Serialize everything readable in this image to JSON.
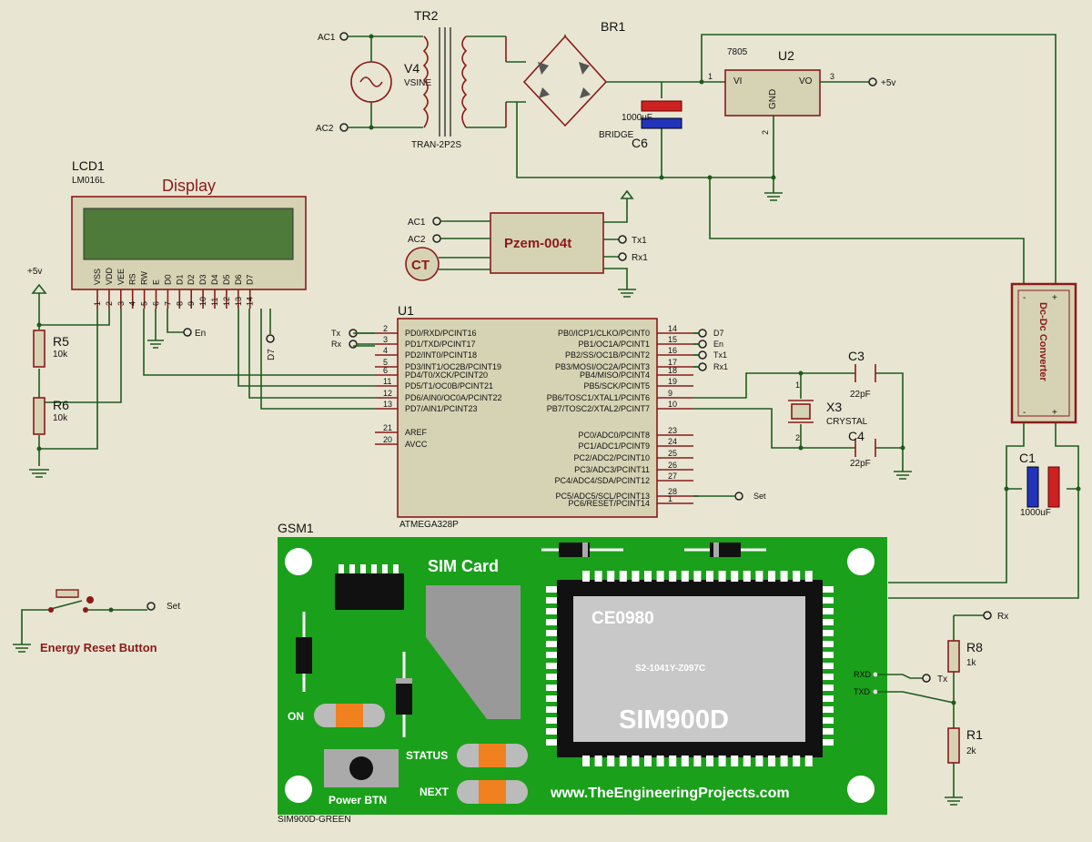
{
  "lcd": {
    "ref": "LCD1",
    "model": "LM016L",
    "title": "Display",
    "pins": [
      "VSS",
      "VDD",
      "VEE",
      "RS",
      "RW",
      "E",
      "D0",
      "D1",
      "D2",
      "D3",
      "D4",
      "D5",
      "D6",
      "D7"
    ],
    "pin_nums": [
      "1",
      "2",
      "3",
      "4",
      "5",
      "6",
      "7",
      "8",
      "9",
      "10",
      "11",
      "12",
      "13",
      "14"
    ]
  },
  "power": {
    "plus5v": "+5v",
    "r5": "R5",
    "r5v": "10k",
    "r6": "R6",
    "r6v": "10k"
  },
  "transformer": {
    "ref": "TR2",
    "model": "TRAN-2P2S",
    "src": "V4",
    "src_type": "VSINE",
    "ac1": "AC1",
    "ac2": "AC2"
  },
  "bridge": {
    "ref": "BR1",
    "c6": "C6",
    "c6v": "1000uF",
    "label": "BRIDGE"
  },
  "regulator": {
    "part": "7805",
    "ref": "U2",
    "vi": "VI",
    "vo": "VO",
    "gnd": "GND",
    "p1": "1",
    "p2": "2",
    "p3": "3",
    "out": "+5v"
  },
  "pzem": {
    "name": "Pzem-004t",
    "ct": "CT",
    "ac1": "AC1",
    "ac2": "AC2",
    "tx": "Tx1",
    "rx": "Rx1"
  },
  "mcu": {
    "ref": "U1",
    "part": "ATMEGA328P",
    "left": [
      {
        "n": "2",
        "s": "PD0/RXD/PCINT16",
        "net": "Tx"
      },
      {
        "n": "3",
        "s": "PD1/TXD/PCINT17",
        "net": "Rx"
      },
      {
        "n": "4",
        "s": "PD2/INT0/PCINT18",
        "net": ""
      },
      {
        "n": "5",
        "s": "PD3/INT1/OC2B/PCINT19",
        "net": ""
      },
      {
        "n": "6",
        "s": "PD4/T0/XCK/PCINT20",
        "net": ""
      },
      {
        "n": "11",
        "s": "PD5/T1/OC0B/PCINT21",
        "net": ""
      },
      {
        "n": "12",
        "s": "PD6/AIN0/OC0A/PCINT22",
        "net": ""
      },
      {
        "n": "13",
        "s": "PD7/AIN1/PCINT23",
        "net": ""
      },
      {
        "n": "21",
        "s": "AREF",
        "net": ""
      },
      {
        "n": "20",
        "s": "AVCC",
        "net": ""
      }
    ],
    "right": [
      {
        "n": "14",
        "s": "PB0/ICP1/CLKO/PCINT0",
        "net": "D7"
      },
      {
        "n": "15",
        "s": "PB1/OC1A/PCINT1",
        "net": "En"
      },
      {
        "n": "16",
        "s": "PB2/SS/OC1B/PCINT2",
        "net": "Tx1"
      },
      {
        "n": "17",
        "s": "PB3/MOSI/OC2A/PCINT3",
        "net": "Rx1"
      },
      {
        "n": "18",
        "s": "PB4/MISO/PCINT4",
        "net": ""
      },
      {
        "n": "19",
        "s": "PB5/SCK/PCINT5",
        "net": ""
      },
      {
        "n": "9",
        "s": "PB6/TOSC1/XTAL1/PCINT6",
        "net": ""
      },
      {
        "n": "10",
        "s": "PB7/TOSC2/XTAL2/PCINT7",
        "net": ""
      },
      {
        "n": "23",
        "s": "PC0/ADC0/PCINT8",
        "net": ""
      },
      {
        "n": "24",
        "s": "PC1/ADC1/PCINT9",
        "net": ""
      },
      {
        "n": "25",
        "s": "PC2/ADC2/PCINT10",
        "net": ""
      },
      {
        "n": "26",
        "s": "PC3/ADC3/PCINT11",
        "net": ""
      },
      {
        "n": "27",
        "s": "PC4/ADC4/SDA/PCINT12",
        "net": ""
      },
      {
        "n": "28",
        "s": "PC5/ADC5/SCL/PCINT13",
        "net": "Set"
      },
      {
        "n": "1",
        "s": "PC6/RESET/PCINT14",
        "net": ""
      }
    ]
  },
  "crystal": {
    "ref": "X3",
    "type": "CRYSTAL",
    "c3": "C3",
    "c3v": "22pF",
    "c4": "C4",
    "c4v": "22pF",
    "p1": "1",
    "p2": "2"
  },
  "lcd_nets": {
    "en": "En",
    "d7": "D7"
  },
  "dcdc": {
    "name": "Dc-Dc Converter",
    "minus": "-",
    "plus": "+"
  },
  "c1": {
    "ref": "C1",
    "val": "1000uF"
  },
  "gsm": {
    "ref": "GSM1",
    "part": "SIM900D-GREEN",
    "sim": "SIM Card",
    "ce": "CE0980",
    "code": "S2-1041Y-Z097C",
    "chip": "SIM900D",
    "on": "ON",
    "status": "STATUS",
    "next": "NEXT",
    "pwr": "Power BTN",
    "url": "www.TheEngineeringProjects.com",
    "rxd": "RXD",
    "txd": "TXD"
  },
  "divider": {
    "r8": "R8",
    "r8v": "1k",
    "r1": "R1",
    "r1v": "2k",
    "rx": "Rx",
    "tx": "Tx"
  },
  "reset": {
    "label": "Energy Reset Button",
    "net": "Set"
  },
  "colors": {
    "wire": "#1f5a1f",
    "pin": "#8b1a1a",
    "body": "#d6d3b4",
    "board": "#1aa01a",
    "bg": "#e8e6d2"
  }
}
